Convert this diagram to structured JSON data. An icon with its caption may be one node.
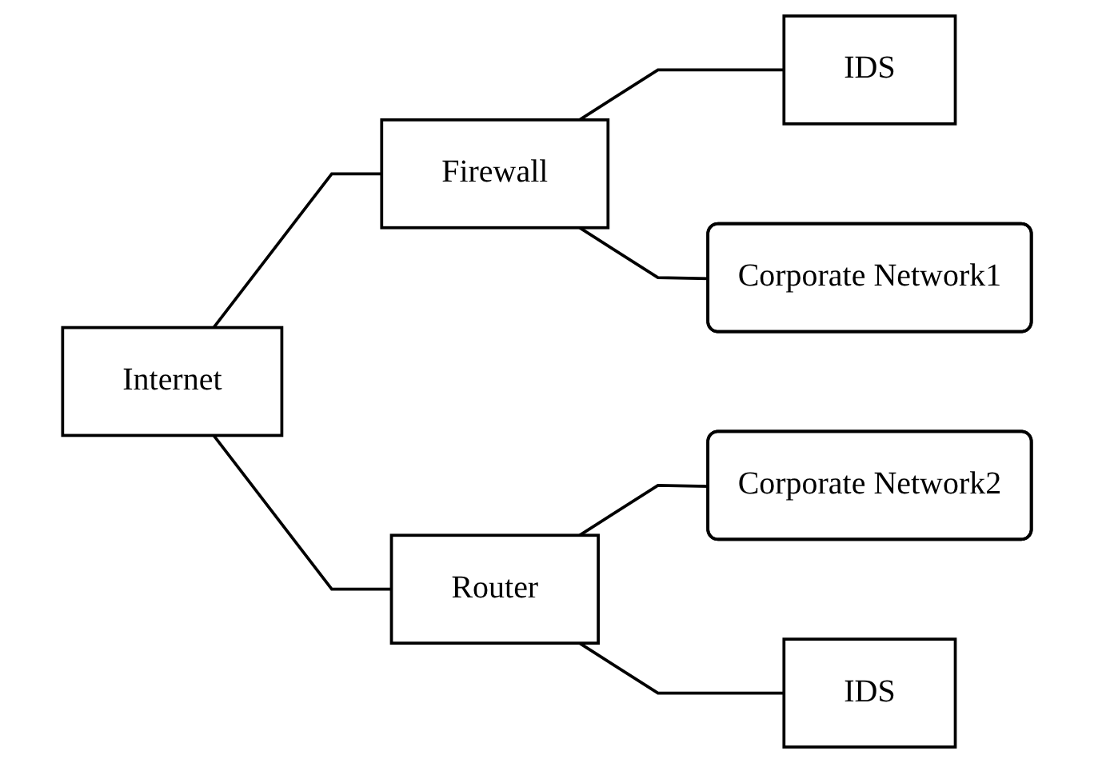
{
  "diagram": {
    "nodes": [
      {
        "text": [
          "IDS"
        ]
      },
      {
        "text": [
          "Firewall"
        ]
      },
      {
        "text": [
          "Corporate Network1"
        ]
      },
      {
        "text": [
          "Internet"
        ]
      },
      {
        "text": [
          "Router"
        ]
      },
      {
        "text": [
          "Corporate Network2"
        ]
      },
      {
        "text": [
          "IDS"
        ]
      }
    ],
    "edges": [
      {
        "from": 3,
        "to": 1,
        "arrow": "none"
      },
      {
        "from": 1,
        "to": 0,
        "arrow": "none"
      },
      {
        "from": 1,
        "to": 2,
        "arrow": "none"
      },
      {
        "from": 3,
        "to": 4,
        "arrow": "none"
      },
      {
        "from": 4,
        "to": 5,
        "arrow": "none"
      },
      {
        "from": 4,
        "to": 6,
        "arrow": "none"
      }
    ]
  }
}
